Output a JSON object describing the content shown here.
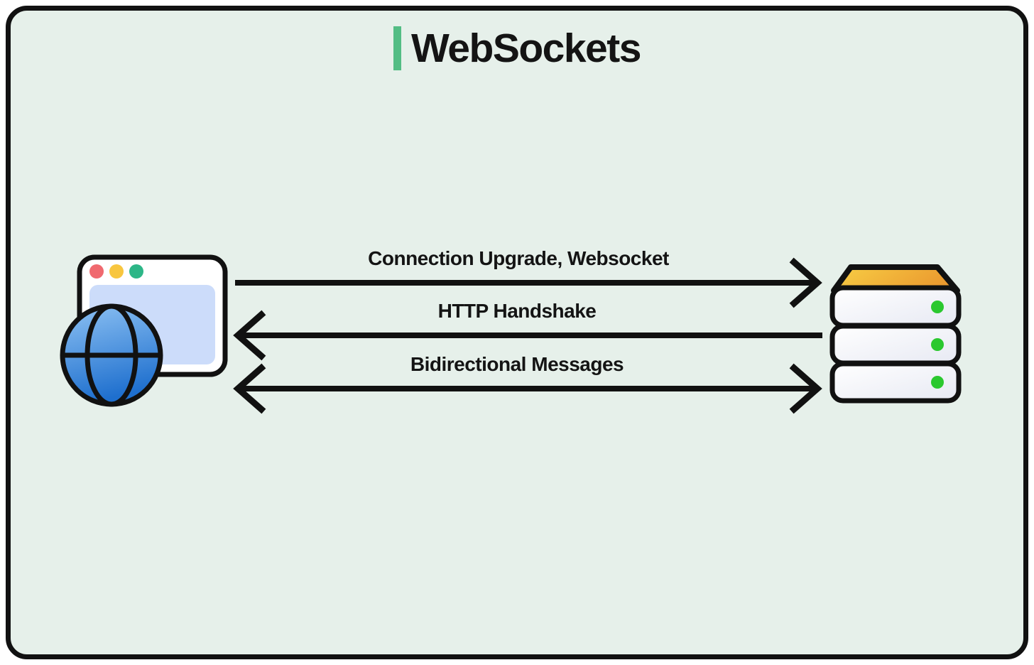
{
  "card": {
    "title": "WebSockets"
  },
  "diagram": {
    "client": {
      "icon": "browser-globe-icon",
      "traffic_lights": [
        "red",
        "yellow",
        "green"
      ]
    },
    "server": {
      "icon": "server-stack-icon",
      "layers": 3,
      "status_dots": 3
    },
    "messages": [
      {
        "label": "Connection Upgrade, Websocket",
        "direction": "client-to-server"
      },
      {
        "label": "HTTP Handshake",
        "direction": "server-to-client"
      },
      {
        "label": "Bidirectional Messages",
        "direction": "bidirectional"
      }
    ]
  },
  "colors": {
    "canvas_bg": "#e6f0ea",
    "frame_border": "#111111",
    "title_accent": "#53bd84",
    "text": "#141414",
    "arrow": "#111111",
    "browser_window_bg": "#ffffff",
    "browser_content_bg": "#ccdcfa",
    "traffic_red": "#f0696f",
    "traffic_yellow": "#f8c63f",
    "traffic_green": "#2db687",
    "globe_blue_light": "#8ec2f3",
    "globe_blue_dark": "#1e6fce",
    "server_top_gold": "#f8cf45",
    "server_top_orange": "#eb9a2f",
    "server_slab_light": "#ffffff",
    "server_slab_shade": "#e7e9f3",
    "status_dot_green": "#2bc82f"
  }
}
